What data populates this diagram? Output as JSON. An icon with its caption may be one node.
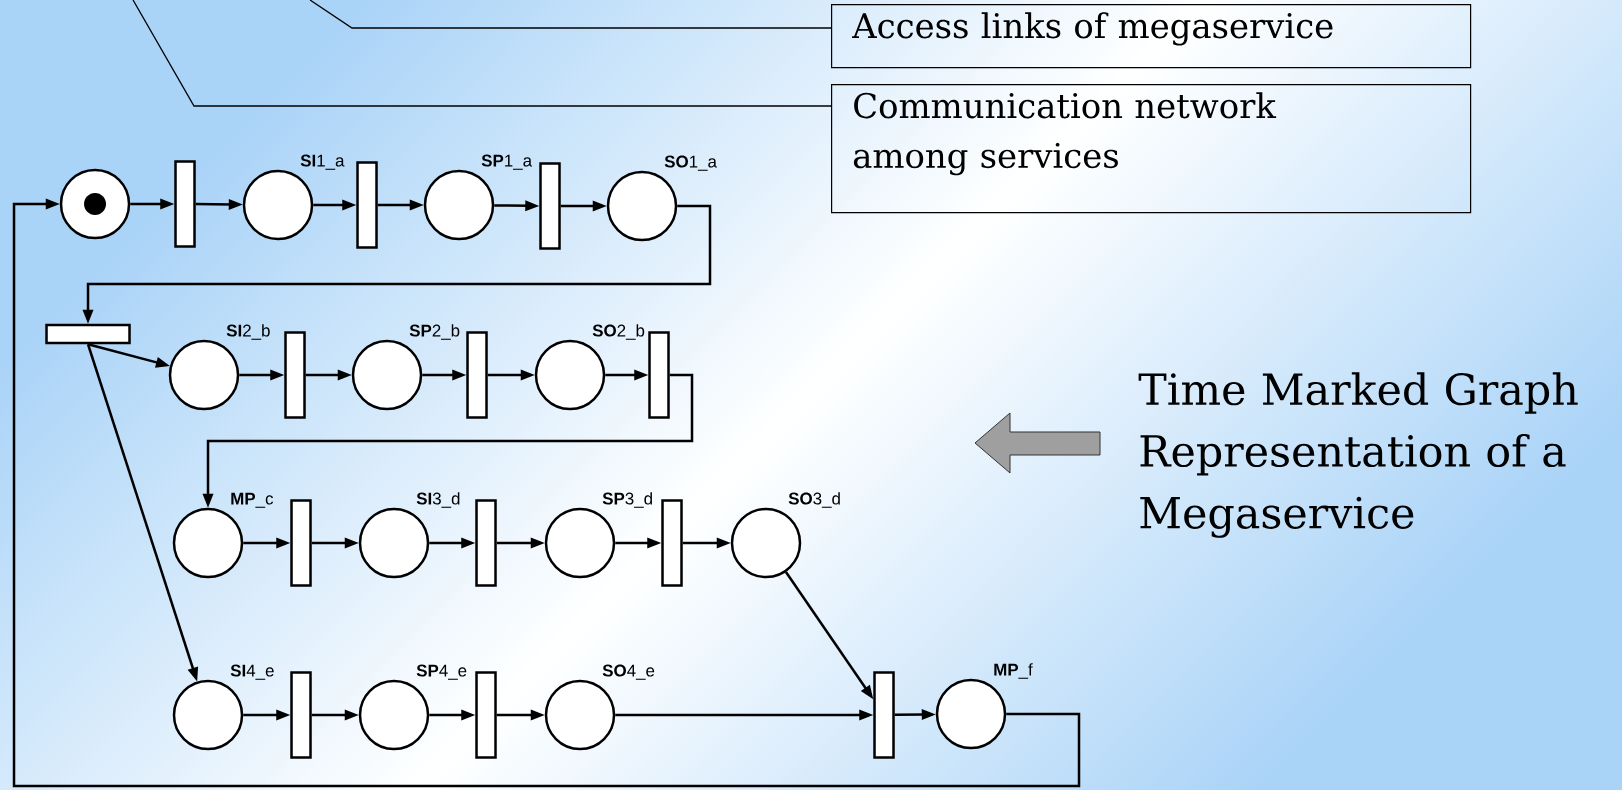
{
  "diagram": {
    "nodes": [
      {
        "text": [
          "Access links of megaservice"
        ]
      },
      {
        "text": [
          "Communication network among services"
        ]
      },
      {
        "text": [],
        "shape": "circle"
      },
      {
        "text": [],
        "shape": "bar"
      },
      {
        "text": [],
        "shape": "circle",
        "beside": [
          "**SI**1_a"
        ]
      },
      {
        "text": [],
        "shape": "bar"
      },
      {
        "text": [],
        "shape": "circle",
        "beside": [
          "**SP**1_a"
        ]
      },
      {
        "text": [],
        "shape": "bar"
      },
      {
        "text": [],
        "shape": "circle",
        "beside": [
          "**SO**1_a"
        ]
      },
      {
        "text": [],
        "shape": "bar"
      },
      {
        "text": [],
        "shape": "circle",
        "beside": [
          "**SI**2_b"
        ]
      },
      {
        "text": [],
        "shape": "bar"
      },
      {
        "text": [],
        "shape": "circle",
        "beside": [
          "**SP**2_b"
        ]
      },
      {
        "text": [],
        "shape": "bar"
      },
      {
        "text": [],
        "shape": "circle",
        "beside": [
          "**SO**2_b"
        ]
      },
      {
        "text": [],
        "shape": "bar"
      },
      {
        "text": [],
        "shape": "circle",
        "beside": [
          "**MP**_c"
        ]
      },
      {
        "text": [],
        "shape": "bar"
      },
      {
        "text": [],
        "shape": "circle",
        "beside": [
          "**SI**3_d"
        ]
      },
      {
        "text": [],
        "shape": "bar"
      },
      {
        "text": [],
        "shape": "circle",
        "beside": [
          "**SP**3_d"
        ]
      },
      {
        "text": [],
        "shape": "bar"
      },
      {
        "text": [],
        "shape": "circle",
        "beside": [
          "**SO**3_d"
        ]
      },
      {
        "text": [],
        "shape": "circle",
        "beside": [
          "**SI**4_e"
        ]
      },
      {
        "text": [],
        "shape": "bar"
      },
      {
        "text": [],
        "shape": "circle",
        "beside": [
          "**SP**4_e"
        ]
      },
      {
        "text": [],
        "shape": "bar"
      },
      {
        "text": [],
        "shape": "circle",
        "beside": [
          "**SO**4_e"
        ]
      },
      {
        "text": [],
        "shape": "bar"
      },
      {
        "text": [],
        "shape": "circle",
        "beside": [
          "**MP**_f"
        ]
      }
    ],
    "edges": [
      {
        "from": 0,
        "to": null,
        "arrow": "none"
      },
      {
        "from": 1,
        "to": null,
        "arrow": "none"
      },
      {
        "from": 2,
        "to": 3,
        "arrow": "to"
      },
      {
        "from": 3,
        "to": 4,
        "arrow": "to"
      },
      {
        "from": 4,
        "to": 5,
        "arrow": "to"
      },
      {
        "from": 5,
        "to": 6,
        "arrow": "to"
      },
      {
        "from": 6,
        "to": 7,
        "arrow": "to"
      },
      {
        "from": 7,
        "to": 8,
        "arrow": "to"
      },
      {
        "from": 8,
        "to": 9,
        "arrow": "to"
      },
      {
        "from": 9,
        "to": 10,
        "arrow": "to"
      },
      {
        "from": 9,
        "to": 23,
        "arrow": "to"
      },
      {
        "from": 10,
        "to": 11,
        "arrow": "to"
      },
      {
        "from": 11,
        "to": 12,
        "arrow": "to"
      },
      {
        "from": 12,
        "to": 13,
        "arrow": "to"
      },
      {
        "from": 13,
        "to": 14,
        "arrow": "to"
      },
      {
        "from": 14,
        "to": 15,
        "arrow": "to"
      },
      {
        "from": 15,
        "to": 16,
        "arrow": "to"
      },
      {
        "from": 16,
        "to": 17,
        "arrow": "to"
      },
      {
        "from": 17,
        "to": 18,
        "arrow": "to"
      },
      {
        "from": 18,
        "to": 19,
        "arrow": "to"
      },
      {
        "from": 19,
        "to": 20,
        "arrow": "to"
      },
      {
        "from": 20,
        "to": 21,
        "arrow": "to"
      },
      {
        "from": 21,
        "to": 22,
        "arrow": "to"
      },
      {
        "from": 22,
        "to": 28,
        "arrow": "to"
      },
      {
        "from": 23,
        "to": 24,
        "arrow": "to"
      },
      {
        "from": 24,
        "to": 25,
        "arrow": "to"
      },
      {
        "from": 25,
        "to": 26,
        "arrow": "to"
      },
      {
        "from": 26,
        "to": 27,
        "arrow": "to"
      },
      {
        "from": 27,
        "to": 28,
        "arrow": "to"
      },
      {
        "from": 28,
        "to": 29,
        "arrow": "to"
      },
      {
        "from": 29,
        "to": 2,
        "arrow": "to"
      }
    ],
    "labels": [
      "Time Marked Graph Representation of a Megaservice"
    ]
  }
}
